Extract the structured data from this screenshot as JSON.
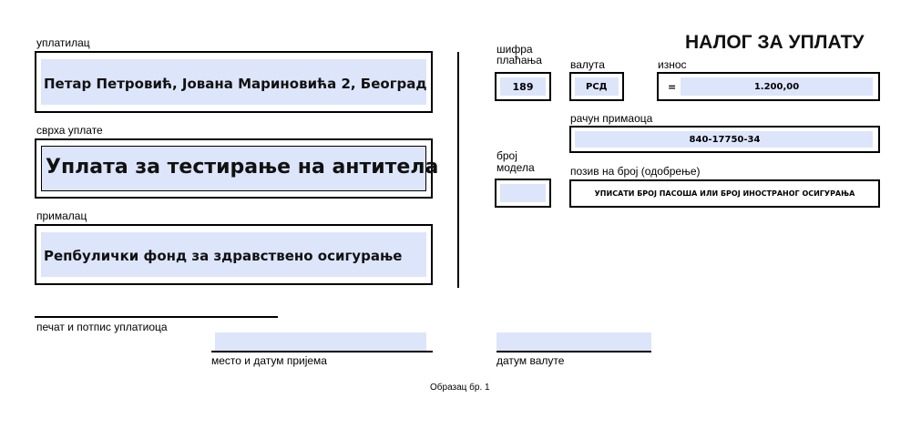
{
  "form": {
    "title": "НАЛОГ ЗА УПЛАТУ",
    "form_number": "Образац бр. 1"
  },
  "payer": {
    "label": "уплатилац",
    "value": "Петар Петровић, Јована Мариновића 2, Београд"
  },
  "purpose": {
    "label": "сврха уплате",
    "value": "Уплата за тестирање на антитела"
  },
  "recipient": {
    "label": "прималац",
    "value": "Репбулички фонд за здравствено осигурање"
  },
  "payment_code": {
    "label_line1": "шифра",
    "label_line2": "плаћања",
    "value": "189"
  },
  "currency": {
    "label": "валута",
    "value": "РСД"
  },
  "amount": {
    "label": "износ",
    "equals": "=",
    "value": "1.200,00"
  },
  "recipient_account": {
    "label": "рачун примаоца",
    "value": "840-17750-34"
  },
  "model_number": {
    "label_line1": "број",
    "label_line2": "модела",
    "value": ""
  },
  "reference": {
    "label": "позив на број (одобрење)",
    "value": "УПИСАТИ БРОЈ ПАСОША ИЛИ БРОЈ ИНОСТРАНОГ ОСИГУРАЊА"
  },
  "signature": {
    "label": "печат и потпис уплатиоца"
  },
  "place_date": {
    "label": "место и датум пријема",
    "value": ""
  },
  "value_date": {
    "label": "датум валуте",
    "value": ""
  }
}
